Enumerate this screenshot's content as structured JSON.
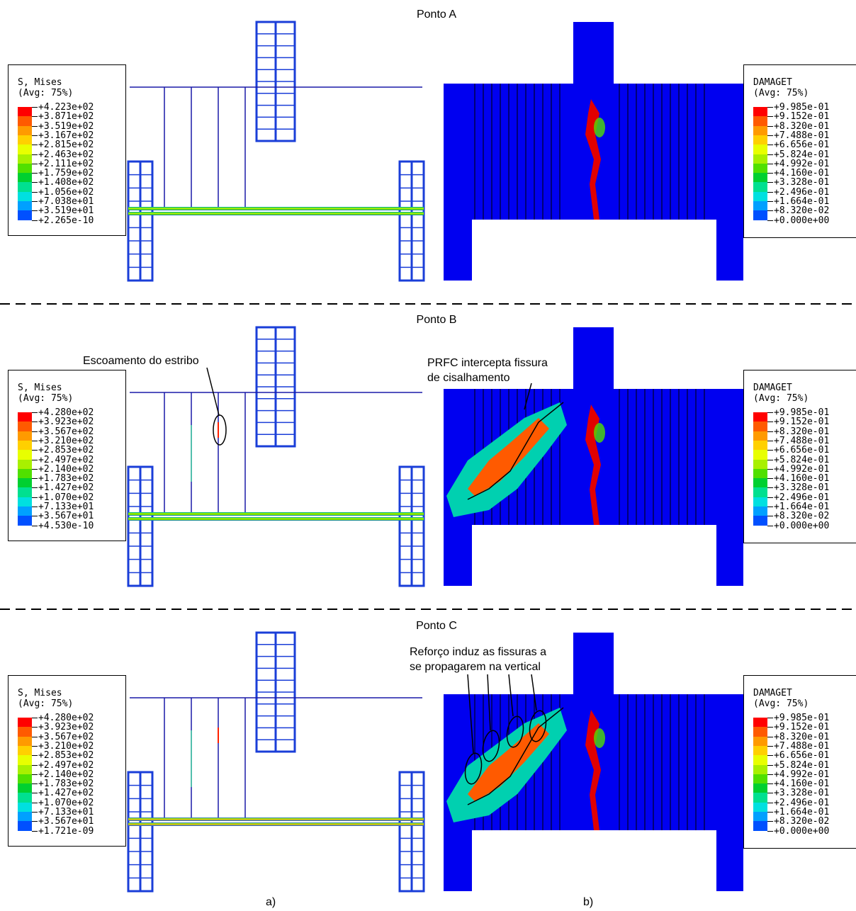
{
  "panels": [
    {
      "id": "A",
      "title": "Ponto A",
      "stress_legend": {
        "title_line1": "S, Mises",
        "title_line2": "(Avg: 75%)",
        "values": [
          "+4.223e+02",
          "+3.871e+02",
          "+3.519e+02",
          "+3.167e+02",
          "+2.815e+02",
          "+2.463e+02",
          "+2.111e+02",
          "+1.759e+02",
          "+1.408e+02",
          "+1.056e+02",
          "+7.038e+01",
          "+3.519e+01",
          "+2.265e-10"
        ]
      },
      "damage_legend": {
        "title_line1": "DAMAGET",
        "title_line2": "(Avg: 75%)",
        "values": [
          "+9.985e-01",
          "+9.152e-01",
          "+8.320e-01",
          "+7.488e-01",
          "+6.656e-01",
          "+5.824e-01",
          "+4.992e-01",
          "+4.160e-01",
          "+3.328e-01",
          "+2.496e-01",
          "+1.664e-01",
          "+8.320e-02",
          "+0.000e+00"
        ]
      }
    },
    {
      "id": "B",
      "title": "Ponto B",
      "stress_legend": {
        "title_line1": "S, Mises",
        "title_line2": "(Avg: 75%)",
        "values": [
          "+4.280e+02",
          "+3.923e+02",
          "+3.567e+02",
          "+3.210e+02",
          "+2.853e+02",
          "+2.497e+02",
          "+2.140e+02",
          "+1.783e+02",
          "+1.427e+02",
          "+1.070e+02",
          "+7.133e+01",
          "+3.567e+01",
          "+4.530e-10"
        ]
      },
      "damage_legend": {
        "title_line1": "DAMAGET",
        "title_line2": "(Avg: 75%)",
        "values": [
          "+9.985e-01",
          "+9.152e-01",
          "+8.320e-01",
          "+7.488e-01",
          "+6.656e-01",
          "+5.824e-01",
          "+4.992e-01",
          "+4.160e-01",
          "+3.328e-01",
          "+2.496e-01",
          "+1.664e-01",
          "+8.320e-02",
          "+0.000e+00"
        ]
      }
    },
    {
      "id": "C",
      "title": "Ponto C",
      "stress_legend": {
        "title_line1": "S, Mises",
        "title_line2": "(Avg: 75%)",
        "values": [
          "+4.280e+02",
          "+3.923e+02",
          "+3.567e+02",
          "+3.210e+02",
          "+2.853e+02",
          "+2.497e+02",
          "+2.140e+02",
          "+1.783e+02",
          "+1.427e+02",
          "+1.070e+02",
          "+7.133e+01",
          "+3.567e+01",
          "+1.721e-09"
        ]
      },
      "damage_legend": {
        "title_line1": "DAMAGET",
        "title_line2": "(Avg: 75%)",
        "values": [
          "+9.985e-01",
          "+9.152e-01",
          "+8.320e-01",
          "+7.488e-01",
          "+6.656e-01",
          "+5.824e-01",
          "+4.992e-01",
          "+4.160e-01",
          "+3.328e-01",
          "+2.496e-01",
          "+1.664e-01",
          "+8.320e-02",
          "+0.000e+00"
        ]
      }
    }
  ],
  "annotations": {
    "stirrup_yield": "Escoamento do estribo",
    "cfrp_line1": "PRFC intercepta fissura",
    "cfrp_line2": "de cisalhamento",
    "reinforcement_line1": "Reforço induz as fissuras a",
    "reinforcement_line2": "se propagarem na vertical"
  },
  "sublabels": {
    "left": "a)",
    "right": "b)"
  },
  "colors": {
    "contour_scale": [
      "#ff0000",
      "#ff5a00",
      "#ff9a00",
      "#ffd000",
      "#e8ff00",
      "#a8f000",
      "#50e000",
      "#00d030",
      "#00e090",
      "#00e0e0",
      "#00a0ff",
      "#0050ff",
      "#0000ff"
    ],
    "beam_blue": "#0000f0",
    "stirrup_line": "#1a1aa8",
    "cfrp_line": "#000000",
    "crack_red": "#e10000"
  }
}
